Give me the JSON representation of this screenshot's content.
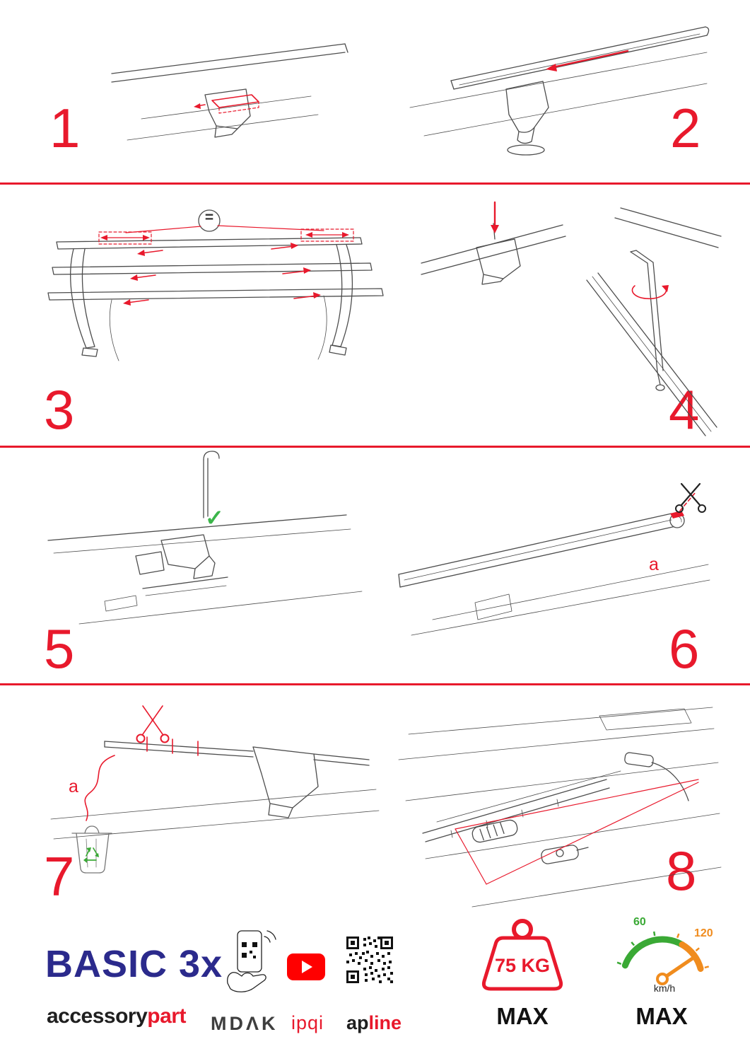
{
  "steps": [
    {
      "number": "1"
    },
    {
      "number": "2"
    },
    {
      "number": "3"
    },
    {
      "number": "4"
    },
    {
      "number": "5"
    },
    {
      "number": "6"
    },
    {
      "number": "7"
    },
    {
      "number": "8"
    }
  ],
  "annotations": {
    "equal": "=",
    "check": "✓",
    "a6": "a",
    "a7": "a"
  },
  "icons": {
    "scissors-icon": "✂",
    "check-icon": "✓",
    "equal-spacing-icon": "=",
    "play-icon": "▶",
    "trash-icon": "css-shape",
    "recycle-icon": "css-shape",
    "qr-code-icon": "css-shape",
    "phone-scan-icon": "css-shape",
    "weight-icon": "css-shape",
    "speedometer-icon": "css-shape"
  },
  "footer": {
    "product": "BASIC 3x",
    "brand_part1": "accessory",
    "brand_part2": "part",
    "mdak": "MDΛK",
    "ipqi": "ipqi",
    "apline_part1": "ap",
    "apline_part2": "line",
    "weight": "75 KG",
    "weight_max": "MAX",
    "speed_60": "60",
    "speed_120": "120",
    "speed_unit": "km/h",
    "speed_max": "MAX"
  },
  "colors": {
    "accent_red": "#e8192c",
    "brand_blue": "#2b2a8c",
    "green": "#3aa935",
    "orange": "#f08c1e",
    "youtube_red": "#ff0000"
  }
}
